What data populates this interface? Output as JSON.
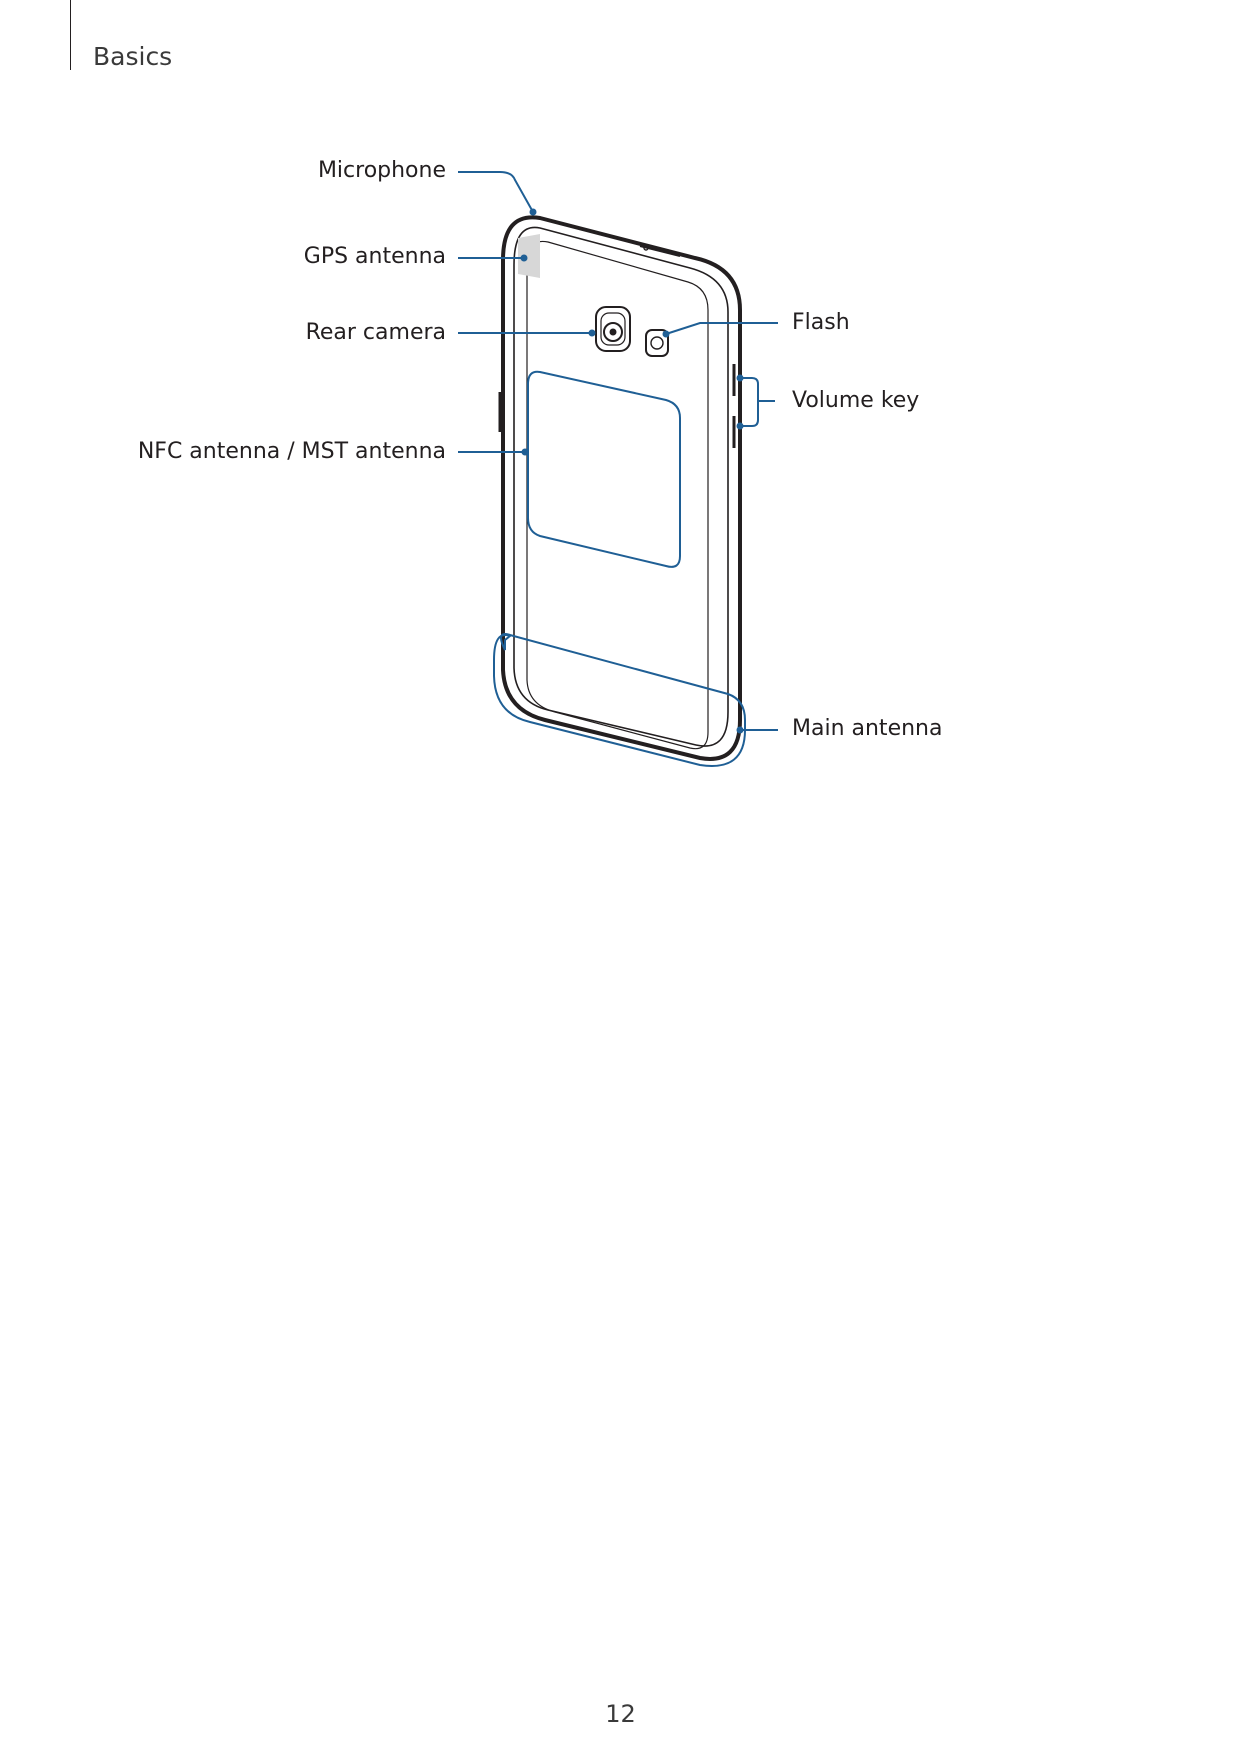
{
  "header": {
    "section": "Basics"
  },
  "labels": {
    "microphone": "Microphone",
    "gps_antenna": "GPS antenna",
    "rear_camera": "Rear camera",
    "nfc_mst_antenna": "NFC antenna / MST antenna",
    "flash": "Flash",
    "volume_key": "Volume key",
    "main_antenna": "Main antenna"
  },
  "colors": {
    "callout": "#1f5f95",
    "outline": "#231f20",
    "gps_patch": "#d7d7d7"
  },
  "footer": {
    "page_number": "12"
  }
}
